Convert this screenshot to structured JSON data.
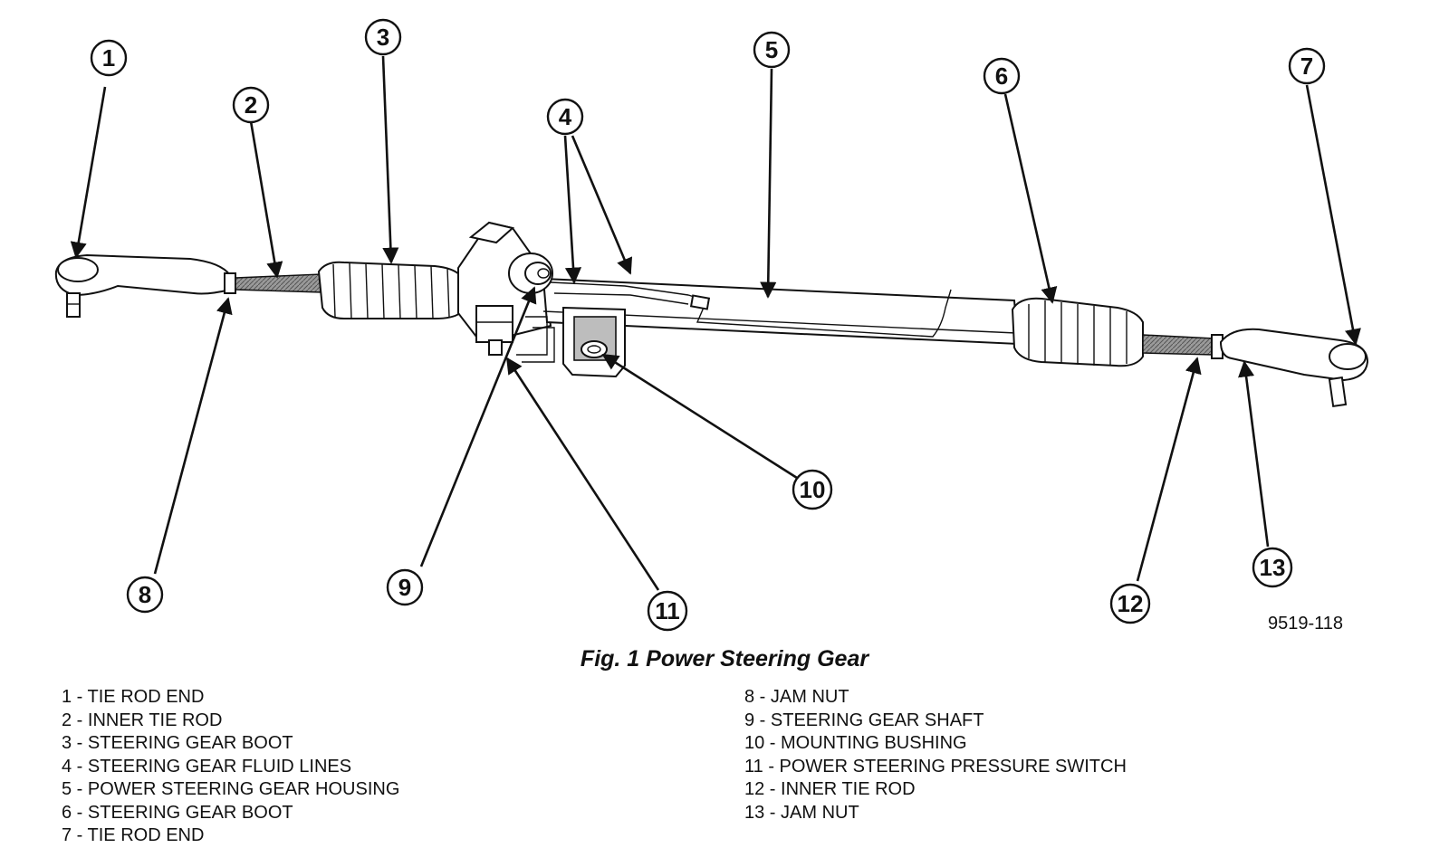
{
  "figure": {
    "drawing_id": "9519-118",
    "caption": "Fig. 1 Power Steering Gear",
    "callouts": [
      "1",
      "2",
      "3",
      "4",
      "5",
      "6",
      "7",
      "8",
      "9",
      "10",
      "11",
      "12",
      "13"
    ]
  },
  "legend": {
    "left": [
      "1 - TIE ROD END",
      "2 - INNER TIE ROD",
      "3 - STEERING GEAR BOOT",
      "4 - STEERING GEAR FLUID LINES",
      "5 - POWER STEERING GEAR HOUSING",
      "6 - STEERING GEAR BOOT",
      "7 - TIE ROD END"
    ],
    "right": [
      "8 - JAM NUT",
      "9 - STEERING GEAR SHAFT",
      "10 - MOUNTING BUSHING",
      "11 - POWER STEERING PRESSURE SWITCH",
      "12 - INNER TIE ROD",
      "13 - JAM NUT"
    ]
  }
}
